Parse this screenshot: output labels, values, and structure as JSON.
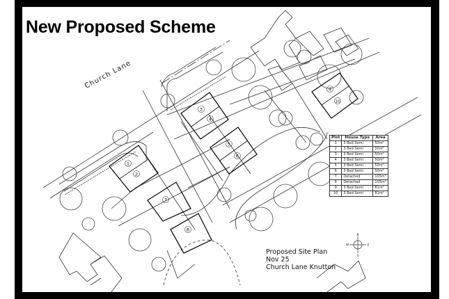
{
  "title": "New Proposed Scheme",
  "road_label": "Church Lane",
  "plots": [
    {
      "id": "1",
      "label": "1"
    },
    {
      "id": "2",
      "label": "2"
    },
    {
      "id": "3",
      "label": "3"
    },
    {
      "id": "4",
      "label": "4"
    },
    {
      "id": "5",
      "label": "5"
    },
    {
      "id": "6",
      "label": "6"
    },
    {
      "id": "7",
      "label": "7"
    },
    {
      "id": "8",
      "label": "8"
    },
    {
      "id": "9",
      "label": "9"
    },
    {
      "id": "10",
      "label": "10"
    }
  ],
  "schedule": {
    "headers": [
      "Plot",
      "House Type",
      "Area"
    ],
    "rows": [
      {
        "plot": "1",
        "type": "3 Bed Semi",
        "area": "50m²"
      },
      {
        "plot": "2",
        "type": "3 Bed Semi",
        "area": "50m²"
      },
      {
        "plot": "3",
        "type": "3 Bed Semi",
        "area": "50m²"
      },
      {
        "plot": "4",
        "type": "3 Bed Semi",
        "area": "50m²"
      },
      {
        "plot": "5",
        "type": "3 Bed Semi",
        "area": "50m²"
      },
      {
        "plot": "6",
        "type": "3 Bed Semi",
        "area": "50m²"
      },
      {
        "plot": "7",
        "type": "Detached",
        "area": "105m²"
      },
      {
        "plot": "8",
        "type": "Detached",
        "area": "105m²"
      },
      {
        "plot": "9",
        "type": "3 Bed Semi",
        "area": "81m²"
      },
      {
        "plot": "10",
        "type": "3 Bed Semi",
        "area": "81m²"
      }
    ]
  },
  "caption": {
    "line1": "Proposed Site Plan",
    "line2": "Nov 25",
    "line3": "Church Lane Knutton"
  },
  "north_arrow": {
    "n": "N",
    "s": "S",
    "e": "E",
    "w": "W"
  },
  "colors": {
    "frame": "#000000",
    "sheet": "#ffffff",
    "ink": "#222222"
  }
}
